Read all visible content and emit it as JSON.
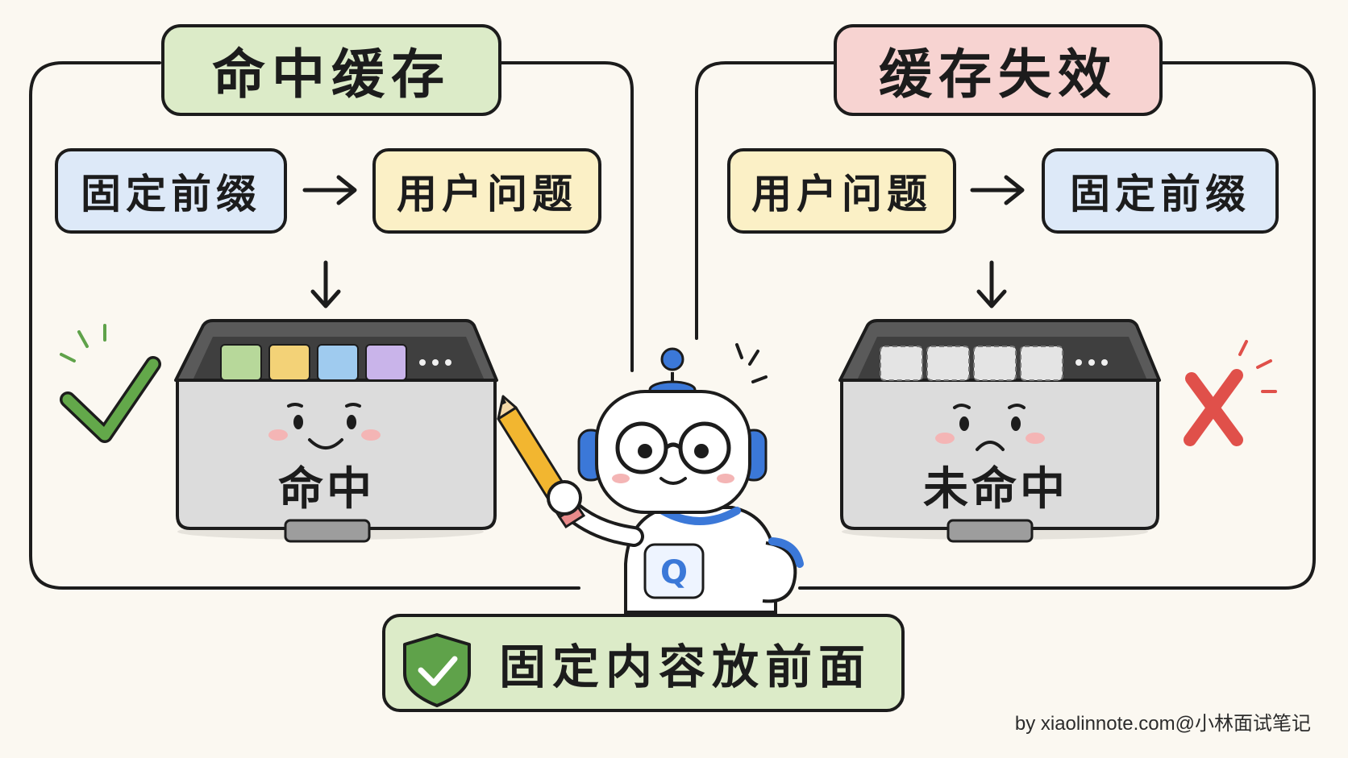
{
  "left_panel": {
    "title": "命中缓存",
    "step1": "固定前缀",
    "step2": "用户问题",
    "cache_label": "命中",
    "result_icon": "check-icon"
  },
  "right_panel": {
    "title": "缓存失效",
    "step1": "用户问题",
    "step2": "固定前缀",
    "cache_label": "未命中",
    "result_icon": "cross-icon"
  },
  "bottom_banner": {
    "text": "固定内容放前面",
    "icon": "shield-check-icon"
  },
  "credit": "by xiaolinnote.com@小林面试笔记",
  "colors": {
    "green_fill": "#dcebc8",
    "red_fill": "#f7d3d1",
    "blue_fill": "#dde9f8",
    "yellow_fill": "#fbf0c6",
    "check_green": "#63a84a",
    "cross_red": "#e0504a",
    "robot_blue": "#3b78d8"
  }
}
